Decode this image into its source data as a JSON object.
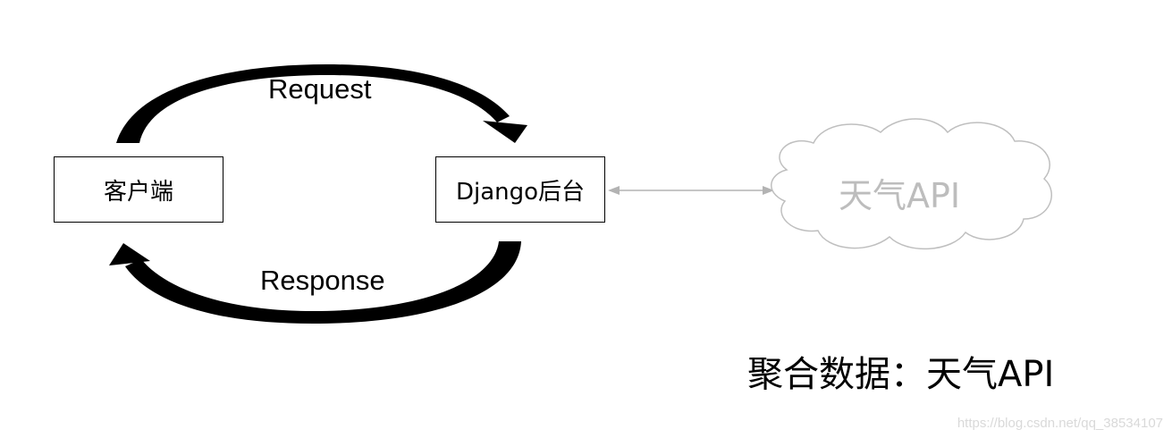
{
  "nodes": {
    "client": "客户端",
    "server": "Django后台",
    "cloud": "天气API"
  },
  "flows": {
    "request": "Request",
    "response": "Response"
  },
  "caption": "聚合数据：天气API",
  "watermark": "https://blog.csdn.net/qq_38534107",
  "colors": {
    "stroke": "#000000",
    "cloud_outline": "#bfbfbf",
    "connector": "#b3b3b3",
    "cloud_text": "#bdbdbd"
  }
}
